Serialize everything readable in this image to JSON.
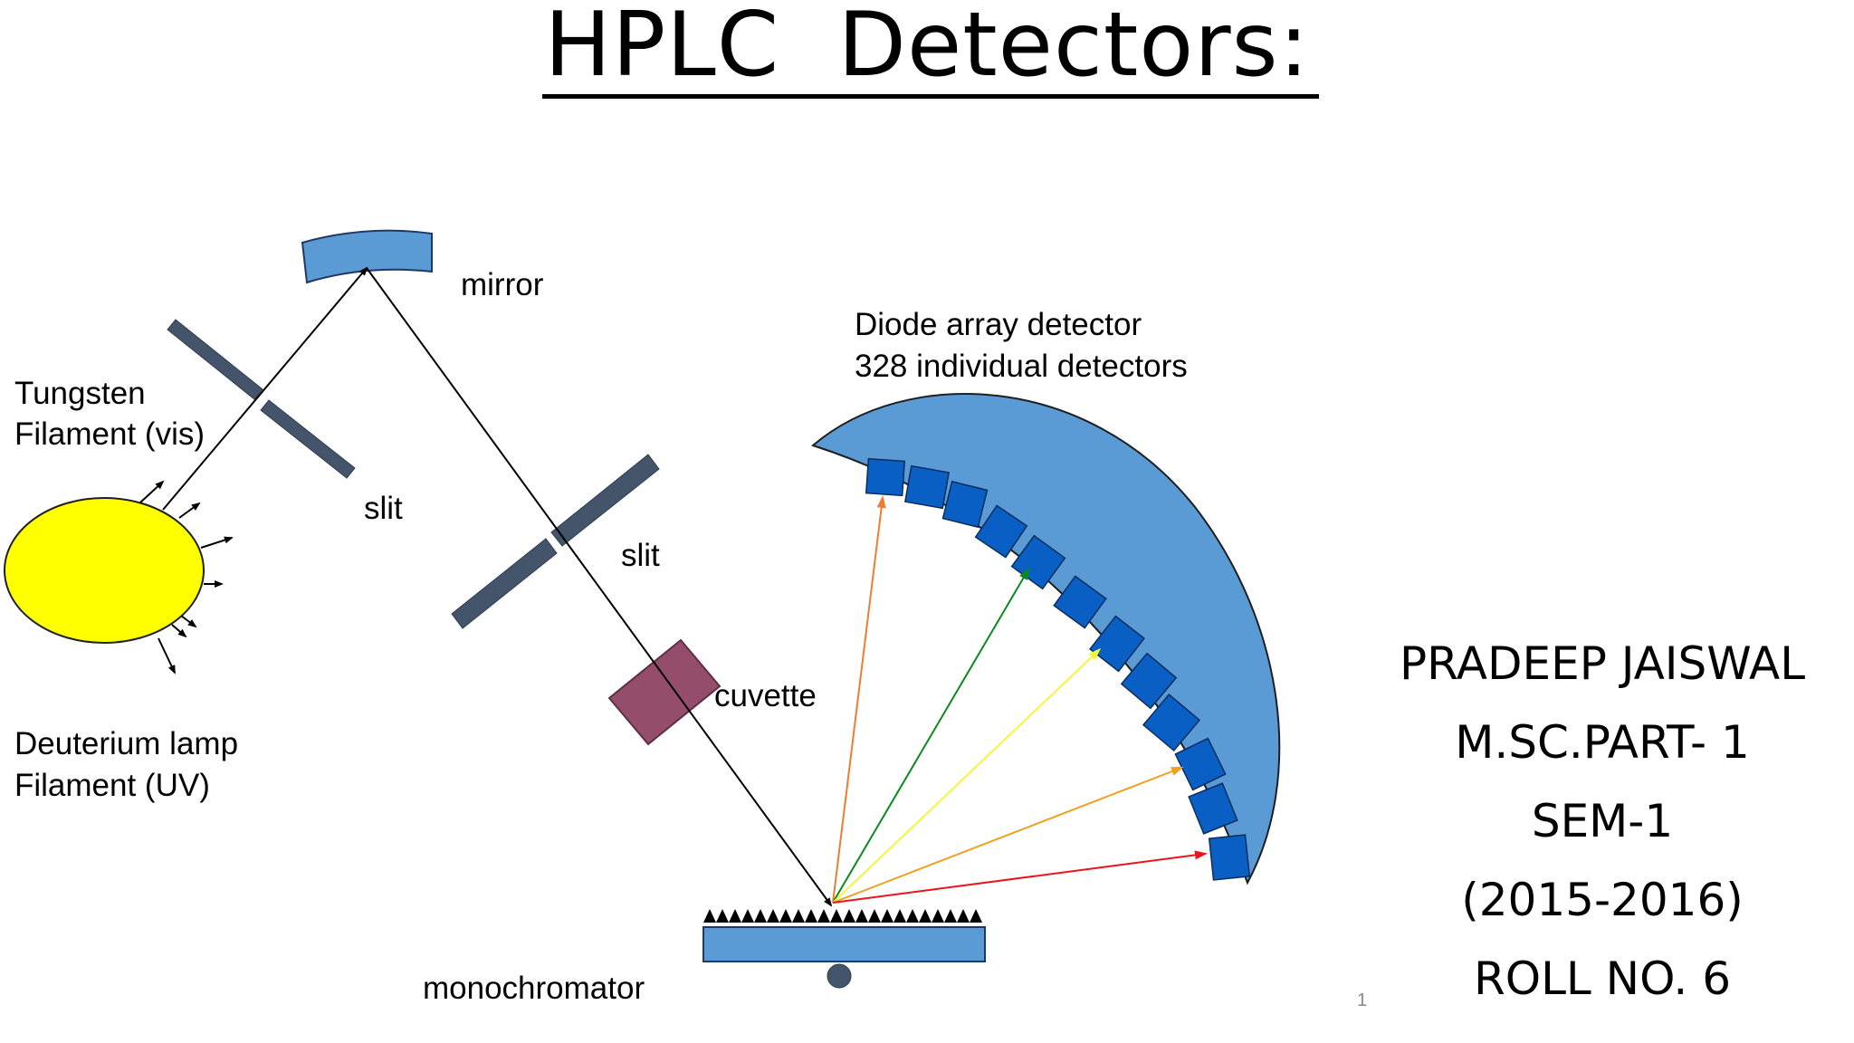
{
  "title": "HPLC  Detectors:",
  "labels": {
    "mirror": "mirror",
    "tungsten_line1": "Tungsten",
    "tungsten_line2": "Filament (vis)",
    "slit1": "slit",
    "slit2": "slit",
    "cuvette": "cuvette",
    "deuterium_line1": "Deuterium lamp",
    "deuterium_line2": "Filament (UV)",
    "monochromator": "monochromator",
    "detector_line1": "Diode array detector",
    "detector_line2": "328 individual detectors"
  },
  "author": {
    "name": "PRADEEP JAISWAL",
    "course": "M.SC.PART- 1",
    "semester": "SEM-1",
    "year": "(2015-2016)",
    "roll": "ROLL NO. 6"
  },
  "page_number": "1",
  "colors": {
    "lamp": "#ffff00",
    "optics_blue": "#5b9bd5",
    "diode_blue": "#0a5fc4",
    "slit": "#44546a",
    "cuvette": "#944e6c",
    "ray_orange": "#ed7d31",
    "ray_green": "#0b8a1b",
    "ray_yellow": "#f5f53c",
    "ray_amber": "#f0a020",
    "ray_red": "#e8151b"
  }
}
